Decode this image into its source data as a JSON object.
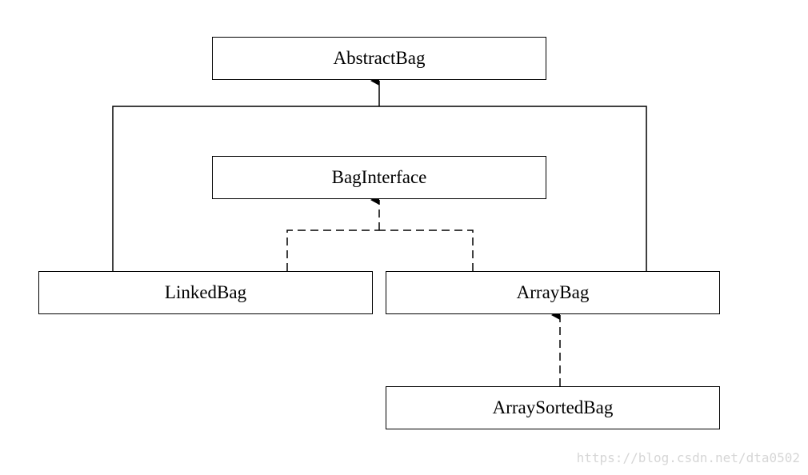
{
  "diagram": {
    "nodes": {
      "abstract_bag": "AbstractBag",
      "bag_interface": "BagInterface",
      "linked_bag": "LinkedBag",
      "array_bag": "ArrayBag",
      "array_sorted_bag": "ArraySortedBag"
    },
    "edges": [
      {
        "from": "LinkedBag",
        "to": "AbstractBag",
        "style": "solid"
      },
      {
        "from": "ArrayBag",
        "to": "AbstractBag",
        "style": "solid"
      },
      {
        "from": "LinkedBag",
        "to": "BagInterface",
        "style": "dashed"
      },
      {
        "from": "ArrayBag",
        "to": "BagInterface",
        "style": "dashed"
      },
      {
        "from": "ArraySortedBag",
        "to": "ArrayBag",
        "style": "dashed"
      }
    ],
    "line_color": "#000000"
  },
  "watermark": "https://blog.csdn.net/dta0502"
}
